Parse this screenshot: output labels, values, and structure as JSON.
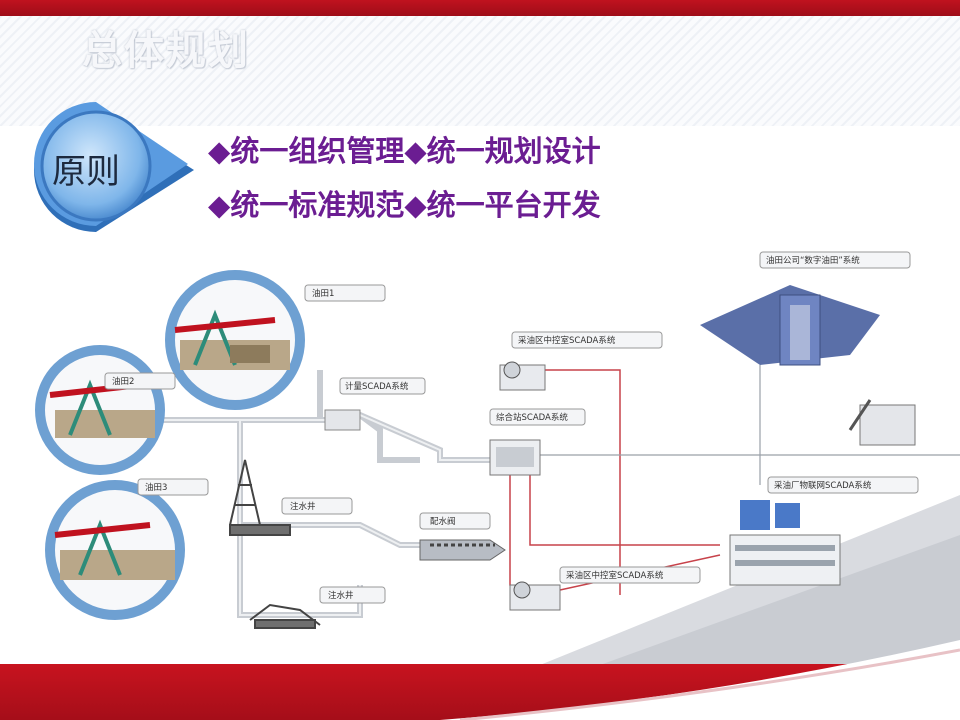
{
  "title": "总体规划",
  "principle_label": "原则",
  "principles": {
    "bullet": "◆",
    "row1": [
      "统一组织管理",
      "统一规划设计"
    ],
    "row2": [
      "统一标准规范",
      "统一平台开发"
    ]
  },
  "diagram_labels": {
    "oilfield1": "油田1",
    "oilfield2": "油田2",
    "oilfield3": "油田3",
    "metering_scada": "计量SCADA系统",
    "center_scada": "采油区中控室SCADA系统",
    "comprehensive_scada": "综合站SCADA系统",
    "injection_well_1": "注水井",
    "injection_well_2": "注水井",
    "water_valve": "配水阀",
    "center_scada_2": "采油区中控室SCADA系统",
    "digital_oilfield": "油田公司“数字油田”系统",
    "iot_scada": "采油厂物联网SCADA系统"
  },
  "colors": {
    "top_bar": "#c0121f",
    "bottom_bar": "#c8131f",
    "principle_text": "#6b1d92",
    "badge_blue": "#4a90d9",
    "ring_blue": "#6ea0d2"
  }
}
